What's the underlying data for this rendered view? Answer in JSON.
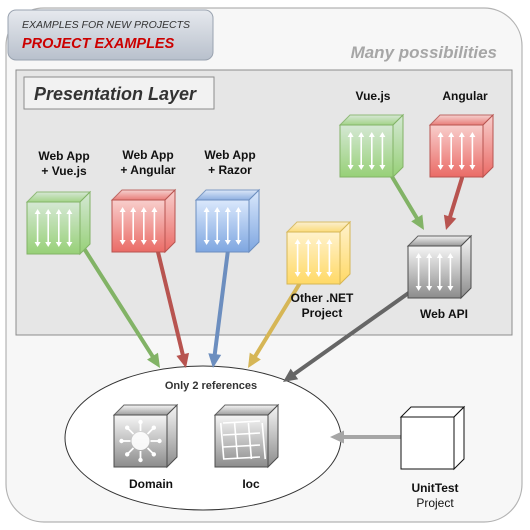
{
  "header": {
    "subtitle": "EXAMPLES FOR NEW PROJECTS",
    "title": "PROJECT EXAMPLES"
  },
  "watermark": "Many possibilities",
  "presentation_layer": {
    "title": "Presentation Layer"
  },
  "nodes": {
    "webapp_vue": {
      "line1": "Web App",
      "line2": "+ Vue.js"
    },
    "webapp_angular": {
      "line1": "Web App",
      "line2": "+ Angular"
    },
    "webapp_razor": {
      "line1": "Web App",
      "line2": "+ Razor"
    },
    "vuejs": {
      "label": "Vue.js"
    },
    "angular": {
      "label": "Angular"
    },
    "other_net": {
      "line1": "Other .NET",
      "line2": "Project"
    },
    "web_api": {
      "label": "Web API"
    },
    "domain": {
      "label": "Domain"
    },
    "ioc": {
      "label": "Ioc"
    },
    "unittest": {
      "line1": "UnitTest",
      "line2": "Project"
    }
  },
  "core_group": {
    "caption": "Only 2 references"
  },
  "colors": {
    "green": "#82b366",
    "red": "#b85450",
    "blue": "#6c8ebf",
    "yellow": "#d6b656",
    "gray": "#666666",
    "title_red": "#cc0000"
  },
  "icons": {
    "cube": "cube-icon",
    "arrow": "arrow-icon",
    "domain_glyph": "network-node-icon",
    "ioc_glyph": "grid-icon"
  }
}
